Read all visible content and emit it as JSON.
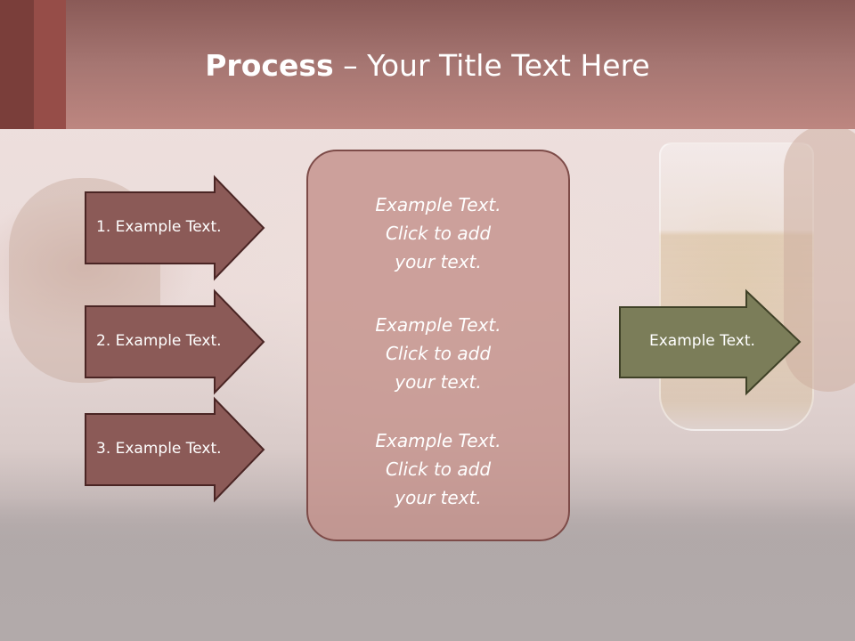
{
  "slide": {
    "title_bold": "Process",
    "title_rest": " – Your Title Text Here"
  },
  "left_arrows": [
    {
      "label": "1. Example Text."
    },
    {
      "label": "2. Example Text."
    },
    {
      "label": "3. Example Text."
    }
  ],
  "center_box": {
    "items": [
      {
        "line1": "Example Text.",
        "line2": "Click  to add",
        "line3": "your text."
      },
      {
        "line1": "Example Text.",
        "line2": "Click  to add",
        "line3": "your text."
      },
      {
        "line1": "Example Text.",
        "line2": "Click  to add",
        "line3": "your text."
      }
    ]
  },
  "right_arrow": {
    "label": "Example Text."
  },
  "colors": {
    "header": "#a67672",
    "left_arrow_fill": "#8b5a57",
    "left_arrow_stroke": "#4a2524",
    "center_box_fill": "#c4928c",
    "right_arrow_fill": "#7b7d59",
    "right_arrow_stroke": "#3f4127"
  }
}
